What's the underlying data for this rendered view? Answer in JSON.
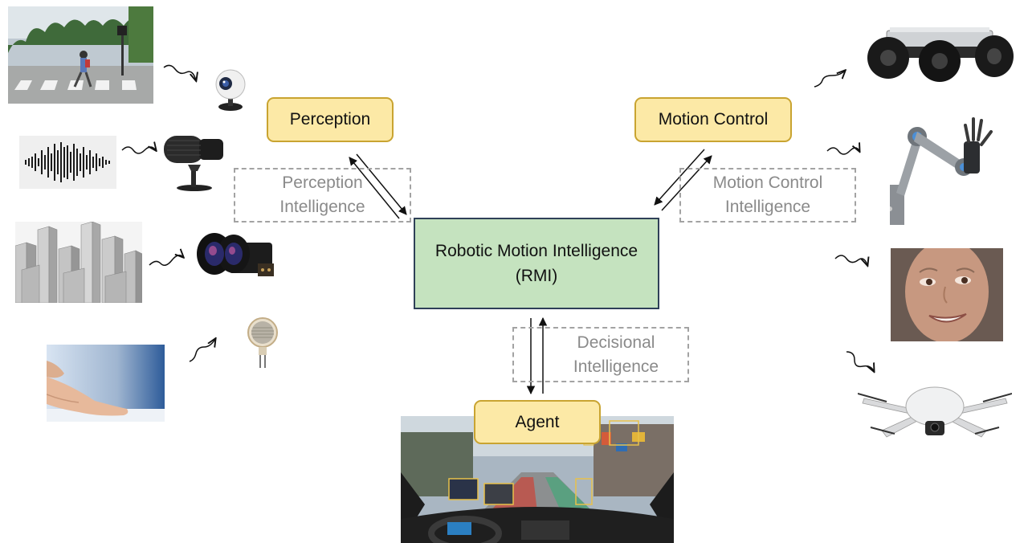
{
  "nodes": {
    "perception": "Perception",
    "motion_control": "Motion Control",
    "agent": "Agent",
    "rmi_line1": "Robotic Motion Intelligence",
    "rmi_line2": "(RMI)"
  },
  "intelligence_labels": {
    "perception": [
      "Perception",
      "Intelligence"
    ],
    "motion_control": [
      "Motion Control",
      "Intelligence"
    ],
    "decisional": [
      "Decisional",
      "Intelligence"
    ]
  },
  "colors": {
    "yellow_fill": "#fce9a6",
    "yellow_border": "#c9a431",
    "rmi_fill": "#c5e3bf",
    "rmi_border": "#2f4058",
    "dashed_border": "#a3a3a3",
    "dashed_text": "#8a8a8a"
  },
  "icons": [
    "street-crossing-photo",
    "webcam-icon",
    "sound-wave-photo",
    "microphone-icon",
    "city-3d-photo",
    "stereo-camera-icon",
    "finger-touch-photo",
    "force-sensor-icon",
    "rover-robot-photo",
    "robot-arm-photo",
    "humanoid-face-photo",
    "drone-photo",
    "driving-scene-photo"
  ]
}
